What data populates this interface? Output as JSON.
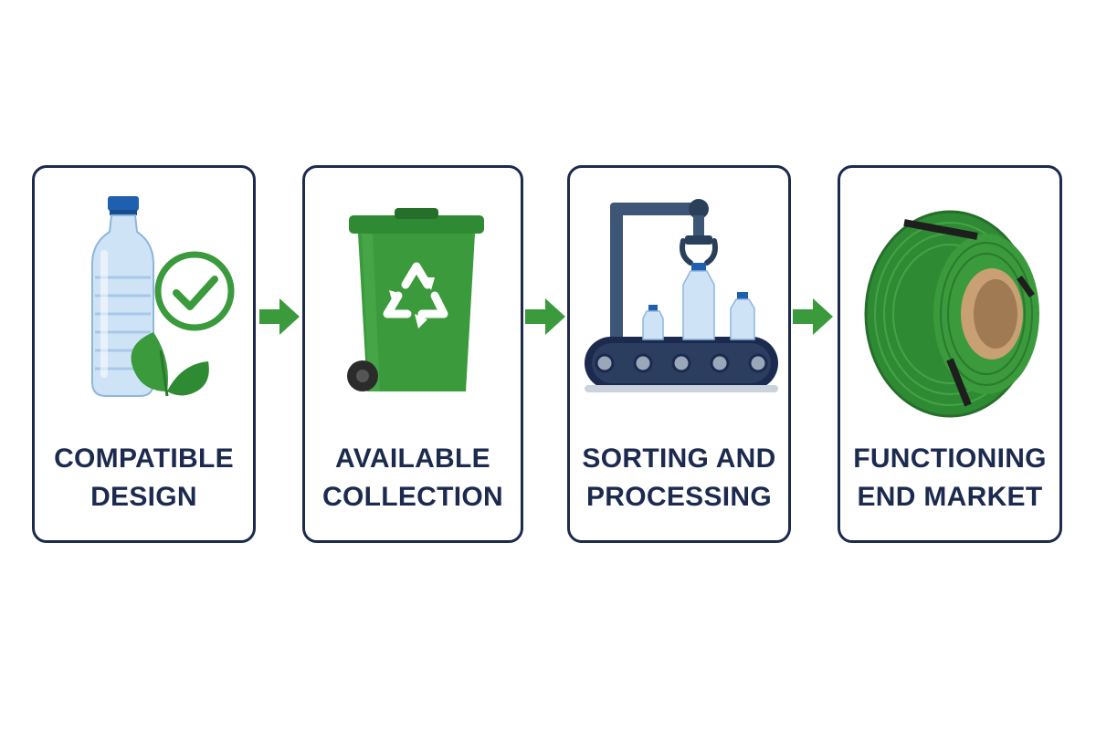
{
  "steps": [
    {
      "line1": "COMPATIBLE",
      "line2": "DESIGN",
      "icon": "plastic-bottle-with-check-and-leaves"
    },
    {
      "line1": "AVAILABLE",
      "line2": "COLLECTION",
      "icon": "green-recycling-bin"
    },
    {
      "line1": "SORTING AND",
      "line2": "PROCESSING",
      "icon": "conveyor-with-robotic-arm"
    },
    {
      "line1": "FUNCTIONING",
      "line2": "END MARKET",
      "icon": "green-strapping-coil"
    }
  ],
  "colors": {
    "border": "#1b2a4e",
    "text": "#1b2a4e",
    "arrow": "#3a9a3c",
    "green": "#2e8b34",
    "bottle": "#bcd9f2",
    "cap": "#1f5fb0"
  }
}
